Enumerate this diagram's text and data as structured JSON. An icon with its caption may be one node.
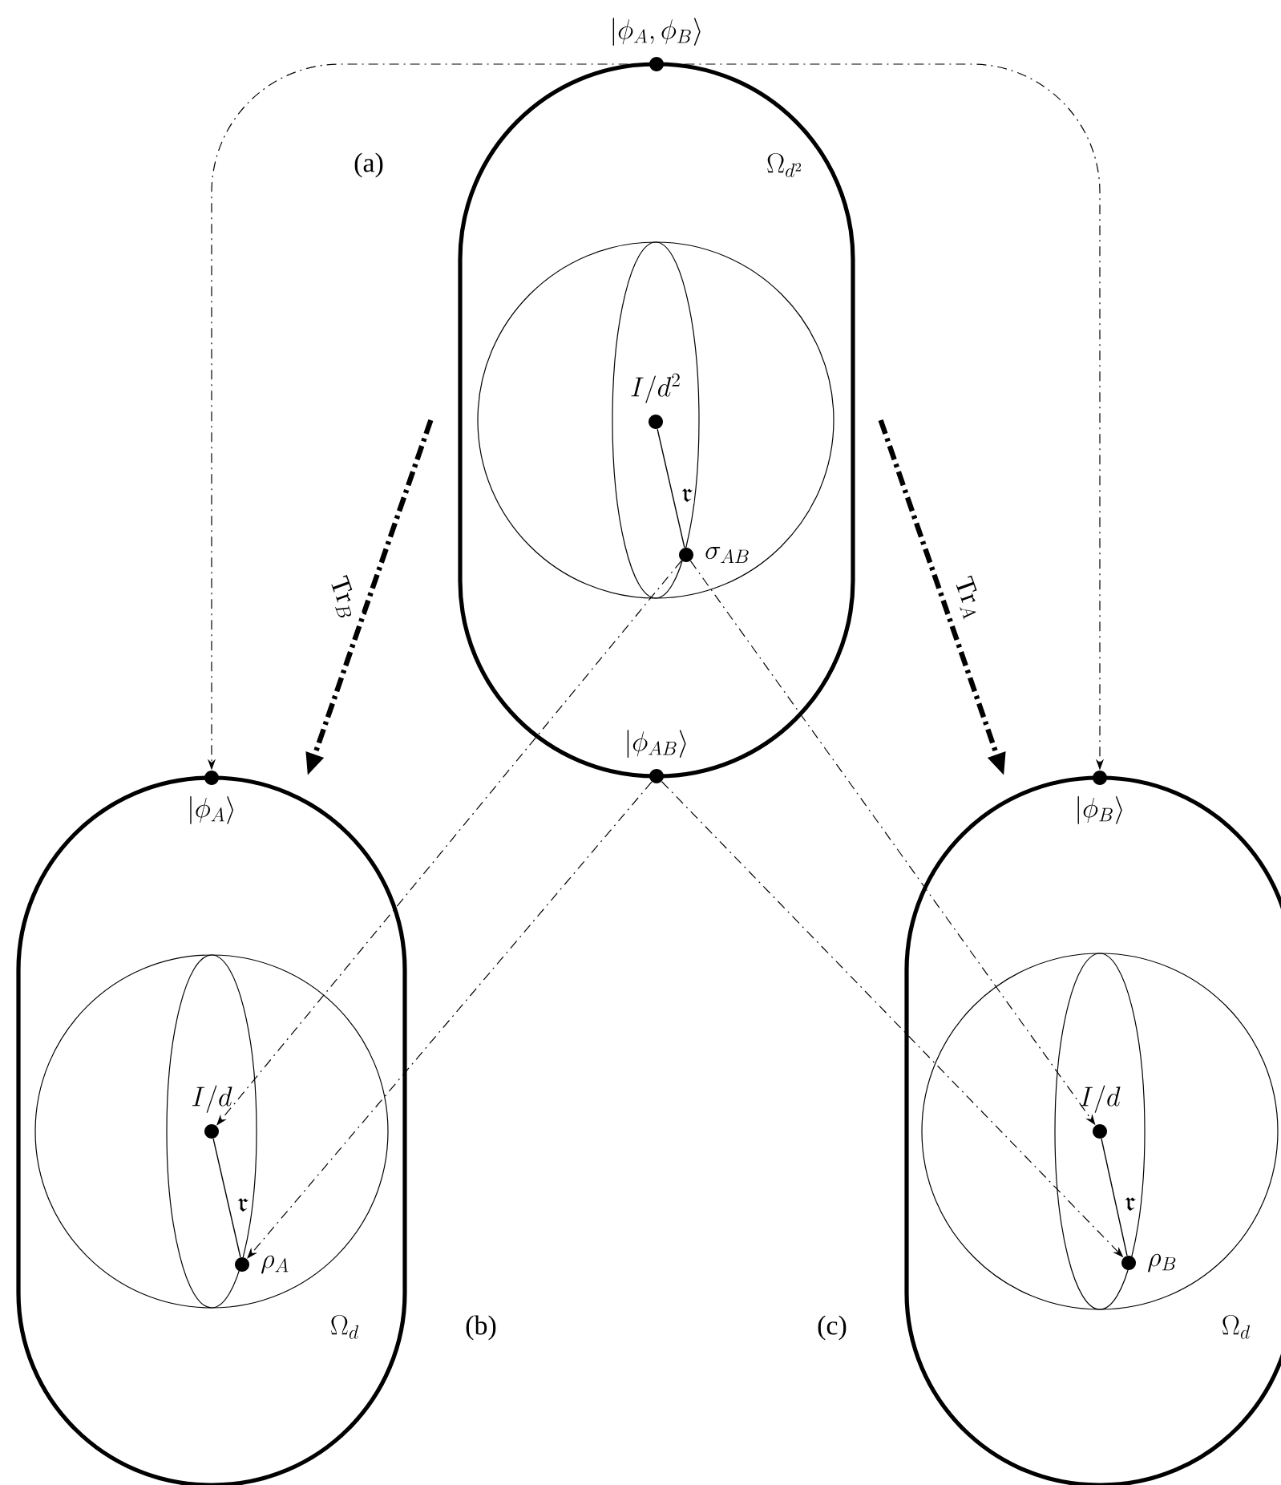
{
  "diagram": {
    "nodes": [
      {
        "text": [
          "\\Omega_{d^2}"
        ]
      },
      {
        "text": [
          "|\\phi_A, \\phi_B\\rangle"
        ]
      },
      {
        "text": [],
        "shape": "circle",
        "in": 0
      },
      {
        "text": [
          "I/d^2"
        ],
        "in": 2
      },
      {
        "text": [
          "\\sigma_{AB}"
        ],
        "in": 2
      },
      {
        "text": [
          "|\\phi_{AB}\\rangle"
        ]
      },
      {
        "text": [
          "\\Omega_d"
        ]
      },
      {
        "text": [
          "|\\phi_A\\rangle"
        ]
      },
      {
        "text": [],
        "shape": "circle",
        "in": 6
      },
      {
        "text": [
          "I/d"
        ],
        "in": 8
      },
      {
        "text": [
          "\\rho_A"
        ],
        "in": 8
      },
      {
        "text": [
          "\\Omega_d"
        ]
      },
      {
        "text": [
          "|\\phi_B\\rangle"
        ]
      },
      {
        "text": [],
        "shape": "circle",
        "in": 11
      },
      {
        "text": [
          "I/d"
        ],
        "in": 13
      },
      {
        "text": [
          "\\rho_B"
        ],
        "in": 13
      }
    ],
    "edges": [
      {
        "from": 1,
        "to": 7,
        "arrow": "to",
        "style": "dashed"
      },
      {
        "from": 1,
        "to": 12,
        "arrow": "to",
        "style": "dashed"
      },
      {
        "from": 0,
        "to": 6,
        "arrow": "to",
        "style": "dashed",
        "label": "\\mathrm{Tr}_B"
      },
      {
        "from": 0,
        "to": 11,
        "arrow": "to",
        "style": "dashed",
        "label": "\\mathrm{Tr}_A"
      },
      {
        "from": 3,
        "to": 4,
        "arrow": "none",
        "label": "\\mathfrak{r}"
      },
      {
        "from": 9,
        "to": 10,
        "arrow": "none",
        "label": "\\mathfrak{r}"
      },
      {
        "from": 14,
        "to": 15,
        "arrow": "none",
        "label": "\\mathfrak{r}"
      },
      {
        "from": 4,
        "to": 9,
        "arrow": "to",
        "style": "dashed"
      },
      {
        "from": 5,
        "to": 10,
        "arrow": "to",
        "style": "dashed"
      },
      {
        "from": 4,
        "to": 14,
        "arrow": "to",
        "style": "dashed"
      },
      {
        "from": 5,
        "to": 15,
        "arrow": "to",
        "style": "dashed"
      }
    ],
    "labels": [
      "(a)",
      "(b)",
      "(c)"
    ]
  }
}
